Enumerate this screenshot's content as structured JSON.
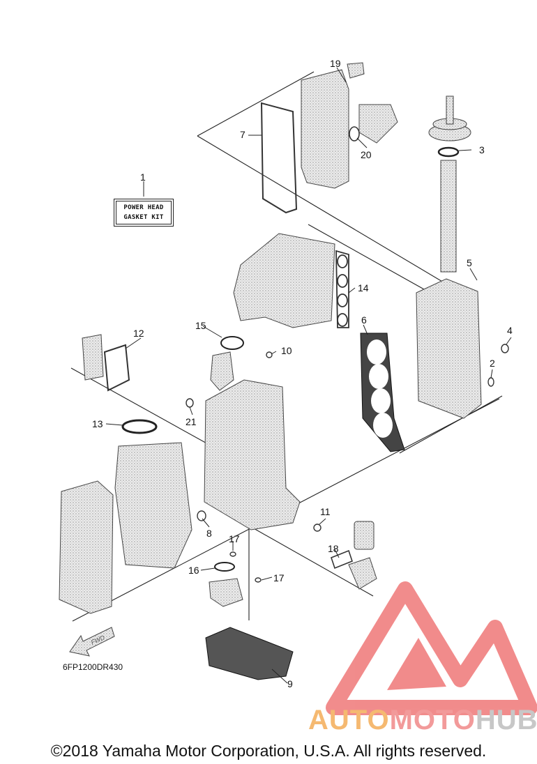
{
  "kit_label": {
    "line1": "POWER HEAD",
    "line2": "GASKET KIT"
  },
  "callouts": {
    "p1": "1",
    "p2": "2",
    "p3": "3",
    "p4": "4",
    "p5": "5",
    "p6": "6",
    "p7": "7",
    "p8": "8",
    "p9": "9",
    "p10": "10",
    "p11": "11",
    "p12": "12",
    "p13": "13",
    "p14": "14",
    "p15": "15",
    "p16": "16",
    "p17a": "17",
    "p17b": "17",
    "p18": "18",
    "p19": "19",
    "p20": "20",
    "p21": "21"
  },
  "fwd_label": "FWD",
  "diagram_code": "6FP1200DR430",
  "watermark": {
    "part1": "AUTO",
    "part2": "MOTO",
    "part3": "HUB"
  },
  "copyright": "©2018 Yamaha Motor Corporation, U.S.A. All rights reserved.",
  "colors": {
    "line": "#222222",
    "part_fill": "#dcdcdc",
    "watermark_red": "#ee6f6f",
    "watermark_orange": "#f5b971",
    "watermark_grey": "#c7c7c7"
  }
}
